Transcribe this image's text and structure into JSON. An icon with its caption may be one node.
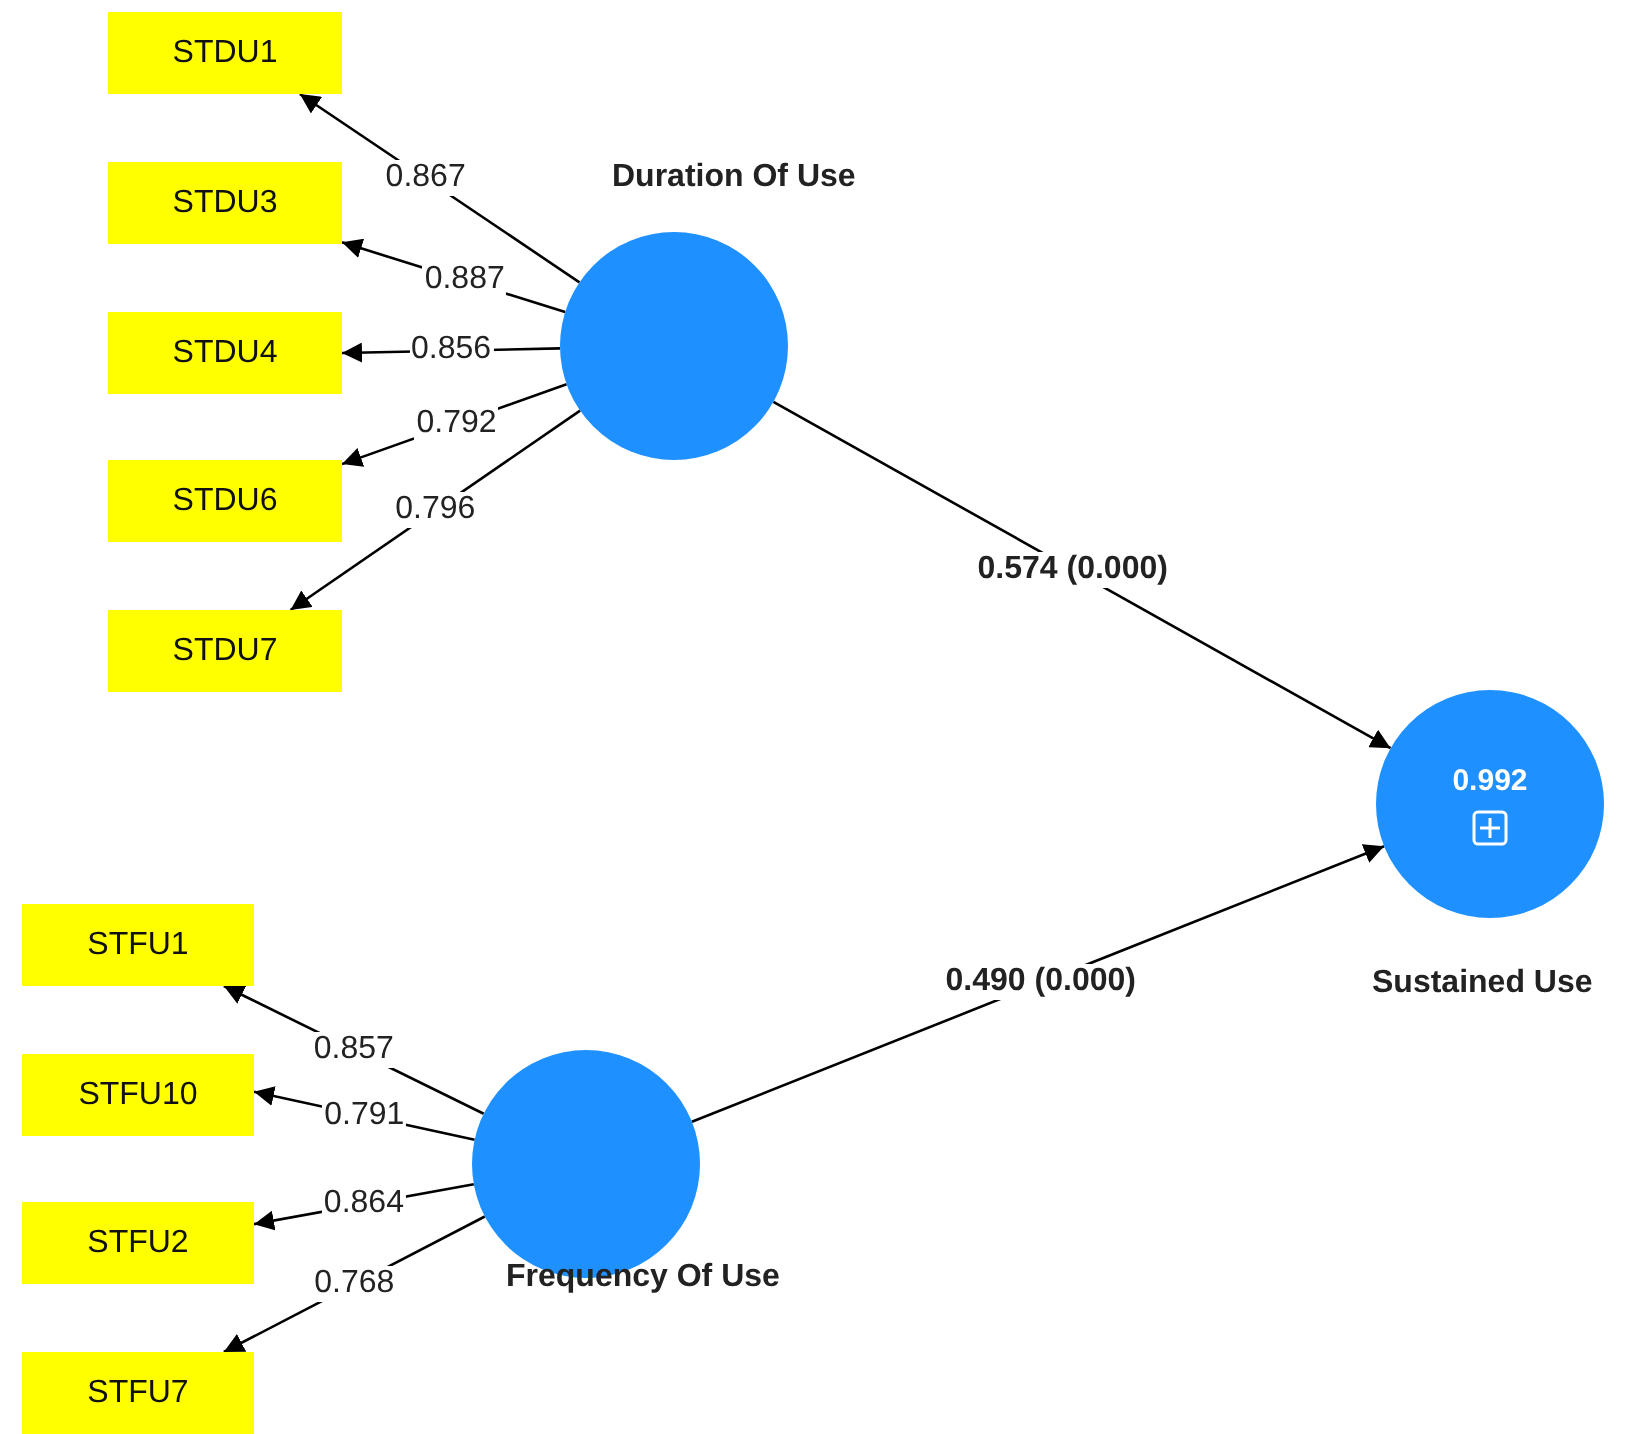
{
  "diagram": {
    "nodes": [
      {
        "text": [
          "Duration Of Use"
        ]
      },
      {
        "text": [
          "STDU1"
        ]
      },
      {
        "text": [
          "STDU3"
        ]
      },
      {
        "text": [
          "STDU4"
        ]
      },
      {
        "text": [
          "STDU6"
        ]
      },
      {
        "text": [
          "STDU7"
        ]
      },
      {
        "text": [
          "Frequency Of Use"
        ]
      },
      {
        "text": [
          "STFU1"
        ]
      },
      {
        "text": [
          "STFU10"
        ]
      },
      {
        "text": [
          "STFU2"
        ]
      },
      {
        "text": [
          "STFU7"
        ]
      },
      {
        "text": [
          "0.992",
          "Sustained Use"
        ]
      }
    ],
    "edges": [
      {
        "from": 0,
        "to": 1,
        "arrow": "to",
        "label": "0.867"
      },
      {
        "from": 0,
        "to": 2,
        "arrow": "to",
        "label": "0.887"
      },
      {
        "from": 0,
        "to": 3,
        "arrow": "to",
        "label": "0.856"
      },
      {
        "from": 0,
        "to": 4,
        "arrow": "to",
        "label": "0.792"
      },
      {
        "from": 0,
        "to": 5,
        "arrow": "to",
        "label": "0.796"
      },
      {
        "from": 6,
        "to": 7,
        "arrow": "to",
        "label": "0.857"
      },
      {
        "from": 6,
        "to": 8,
        "arrow": "to",
        "label": "0.791"
      },
      {
        "from": 6,
        "to": 9,
        "arrow": "to",
        "label": "0.864"
      },
      {
        "from": 6,
        "to": 10,
        "arrow": "to",
        "label": "0.768"
      },
      {
        "from": 0,
        "to": 11,
        "arrow": "to",
        "label": "0.574 (0.000)"
      },
      {
        "from": 6,
        "to": 11,
        "arrow": "to",
        "label": "0.490 (0.000)"
      }
    ]
  }
}
